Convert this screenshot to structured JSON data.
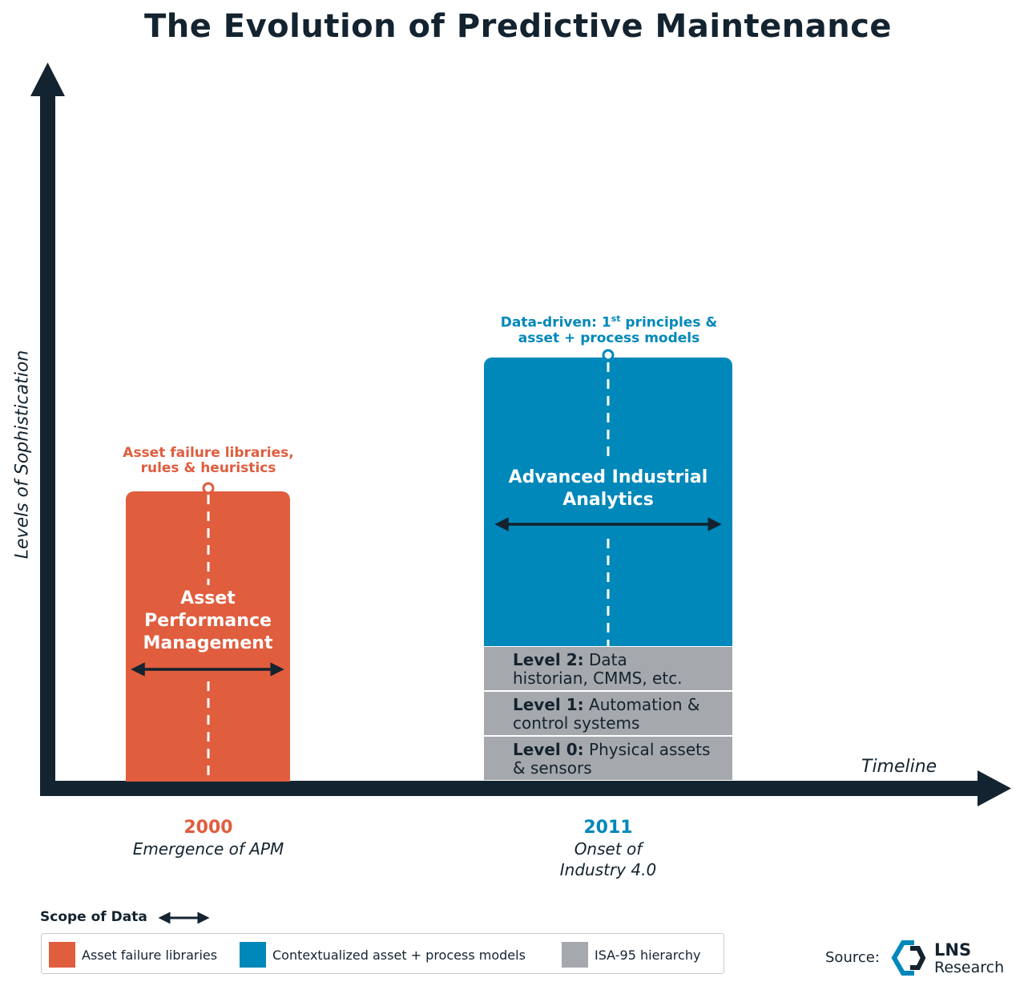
{
  "title": "The Evolution of Predictive Maintenance",
  "axes": {
    "y_label": "Levels of Sophistication",
    "x_label": "Timeline"
  },
  "colors": {
    "apm": "#e05d3e",
    "aia": "#0088ba",
    "isa": "#a5a8ac",
    "dark": "#13232f"
  },
  "apm": {
    "callout_line1": "Asset failure libraries,",
    "callout_line2": "rules & heuristics",
    "title_line1": "Asset",
    "title_line2": "Performance",
    "title_line3": "Management",
    "year": "2000",
    "era": "Emergence of APM"
  },
  "aia": {
    "callout_pre": "Data-driven: 1",
    "callout_sup": "st",
    "callout_post": " principles &",
    "callout_line2": "asset + process models",
    "title_line1": "Advanced Industrial",
    "title_line2": "Analytics",
    "year": "2011",
    "era_line1": "Onset of",
    "era_line2": "Industry 4.0"
  },
  "levels": [
    {
      "name": "Level 2:",
      "desc_line1": " Data",
      "desc_line2": "historian, CMMS, etc."
    },
    {
      "name": "Level 1:",
      "desc_line1": " Automation &",
      "desc_line2": "control systems"
    },
    {
      "name": "Level 0:",
      "desc_line1": " Physical assets",
      "desc_line2": "& sensors"
    }
  ],
  "legend": {
    "scope_label": "Scope of Data",
    "items": [
      {
        "label": "Asset failure libraries",
        "color": "#e05d3e"
      },
      {
        "label": "Contextualized asset + process models",
        "color": "#0088ba"
      },
      {
        "label": "ISA-95 hierarchy",
        "color": "#a5a8ac"
      }
    ]
  },
  "source": {
    "label": "Source:",
    "logo_main": "LNS",
    "logo_sub": "Research"
  }
}
